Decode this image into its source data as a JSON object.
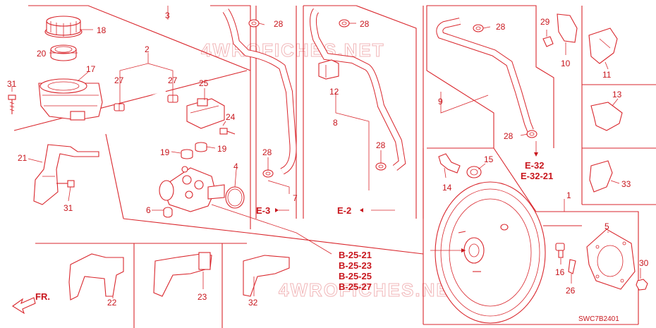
{
  "diagram": {
    "code": "SWC7B2401",
    "watermark": "4WROFICHES.NET",
    "fr_label": "FR.",
    "callouts": [
      "1",
      "2",
      "3",
      "4",
      "5",
      "6",
      "7",
      "8",
      "9",
      "10",
      "11",
      "12",
      "13",
      "14",
      "15",
      "16",
      "17",
      "18",
      "19",
      "19",
      "20",
      "21",
      "22",
      "23",
      "24",
      "25",
      "26",
      "27",
      "27",
      "28",
      "28",
      "28",
      "28",
      "28",
      "29",
      "30",
      "31",
      "31",
      "32",
      "33"
    ],
    "refs": {
      "e3": "E-3",
      "e2": "E-2",
      "e32": "E-32",
      "e3221": "E-32-21",
      "b2521": "B-25-21",
      "b2523": "B-25-23",
      "b2525": "B-25-25",
      "b2527": "B-25-27"
    }
  }
}
